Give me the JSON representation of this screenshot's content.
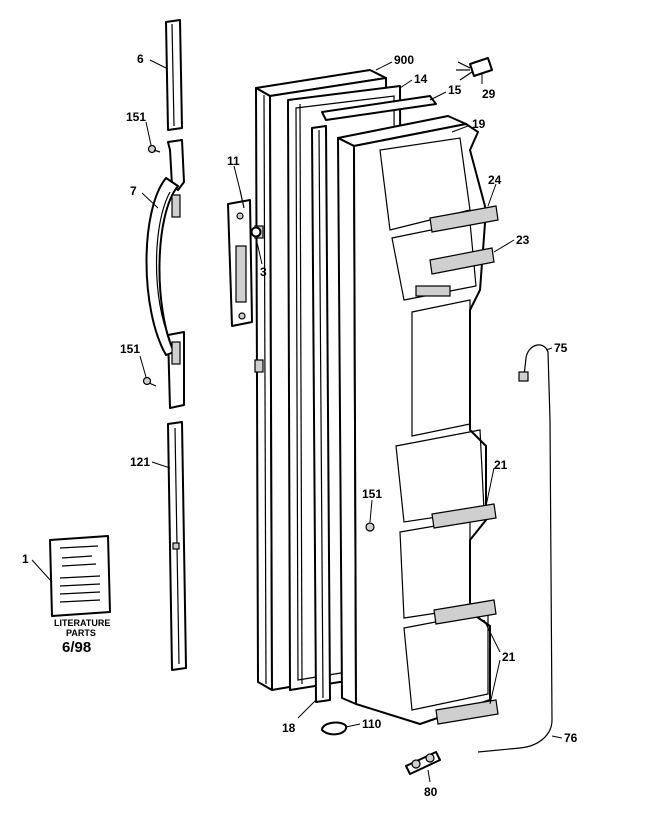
{
  "callouts": {
    "c6": "6",
    "c151a": "151",
    "c7": "7",
    "c151b": "151",
    "c121": "121",
    "c1": "1",
    "c11": "11",
    "c3": "3",
    "c900": "900",
    "c14": "14",
    "c15": "15",
    "c29": "29",
    "c19": "19",
    "c24": "24",
    "c23": "23",
    "c75": "75",
    "c151c": "151",
    "c21a": "21",
    "c21b": "21",
    "c18": "18",
    "c110": "110",
    "c76": "76",
    "c80": "80"
  },
  "literature": {
    "title_line1": "LITERATURE",
    "title_line2": "PARTS",
    "date": "6/98"
  },
  "colors": {
    "ink": "#000000",
    "paper": "#ffffff",
    "shade": "#cfcfcf"
  }
}
